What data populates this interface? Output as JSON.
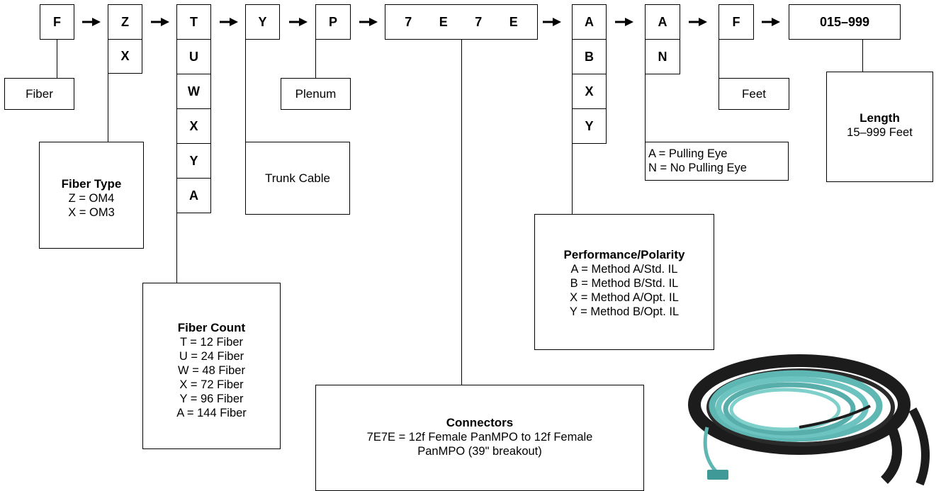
{
  "codes": {
    "fiber": "F",
    "fiber_type": [
      "Z",
      "X"
    ],
    "fiber_count": [
      "T",
      "U",
      "W",
      "X",
      "Y",
      "A"
    ],
    "trunk": "Y",
    "plenum": "P",
    "connectors": [
      "7",
      "E",
      "7",
      "E"
    ],
    "polarity": [
      "A",
      "B",
      "X",
      "Y"
    ],
    "pulling_eye": [
      "A",
      "N"
    ],
    "feet": "F",
    "length": "015–999"
  },
  "labels": {
    "fiber": "Fiber",
    "plenum": "Plenum",
    "trunk_cable": "Trunk Cable",
    "feet": "Feet"
  },
  "descriptions": {
    "fiber_type": {
      "title": "Fiber Type",
      "lines": [
        "Z = OM4",
        "X = OM3"
      ]
    },
    "fiber_count": {
      "title": "Fiber Count",
      "lines": [
        "T = 12 Fiber",
        "U = 24 Fiber",
        "W = 48 Fiber",
        "X = 72 Fiber",
        "Y = 96 Fiber",
        "A = 144 Fiber"
      ]
    },
    "pulling_eye": {
      "lines": [
        "A = Pulling Eye",
        "N = No Pulling Eye"
      ]
    },
    "length": {
      "title": "Length",
      "lines": [
        "15–999 Feet"
      ]
    },
    "polarity": {
      "title": "Performance/Polarity",
      "lines": [
        "A = Method A/Std. IL",
        "B = Method B/Std. IL",
        "X = Method A/Opt. IL",
        "Y = Method B/Opt. IL"
      ]
    },
    "connectors": {
      "title": "Connectors",
      "lines": [
        "7E7E = 12f Female PanMPO to 12f Female",
        "PanMPO (39\" breakout)"
      ]
    }
  },
  "colors": {
    "line": "#000000",
    "cable_jacket": "#1c1c1c",
    "fiber_aqua": "#5fb7b4"
  },
  "image": {
    "subject": "aqua fiber trunk cable coil with black protective jacket"
  }
}
